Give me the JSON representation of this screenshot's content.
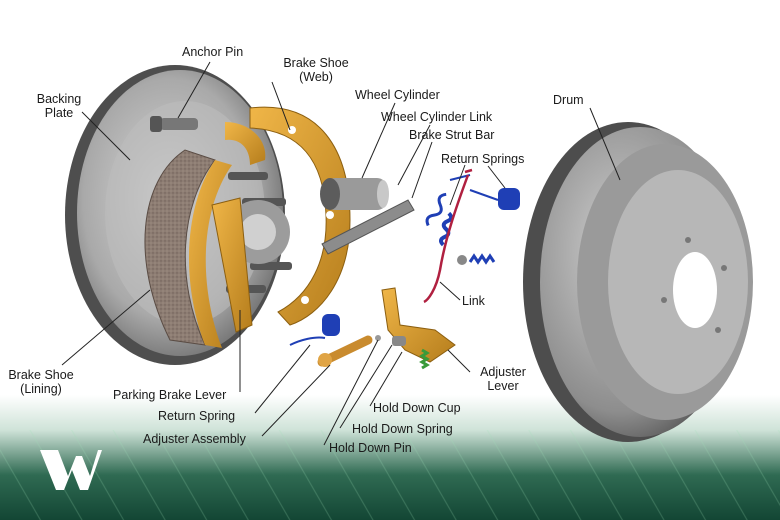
{
  "labels": {
    "anchor_pin": "Anchor Pin",
    "brake_shoe_web_line1": "Brake Shoe",
    "brake_shoe_web_line2": "(Web)",
    "wheel_cylinder": "Wheel Cylinder",
    "wheel_cylinder_link": "Wheel Cylinder Link",
    "brake_strut_bar": "Brake Strut Bar",
    "return_springs": "Return Springs",
    "drum": "Drum",
    "backing_plate_line1": "Backing",
    "backing_plate_line2": "Plate",
    "link": "Link",
    "adjuster_lever_line1": "Adjuster",
    "adjuster_lever_line2": "Lever",
    "brake_shoe_lining_line1": "Brake Shoe",
    "brake_shoe_lining_line2": "(Lining)",
    "parking_brake_lever": "Parking Brake Lever",
    "return_spring": "Return Spring",
    "adjuster_assembly": "Adjuster Assembly",
    "hold_down_cup": "Hold Down Cup",
    "hold_down_spring": "Hold Down Spring",
    "hold_down_pin": "Hold Down Pin"
  },
  "colors": {
    "shoe_web": "#d69a2b",
    "lining": "#8a7a70",
    "spring_blue": "#1f3fb5",
    "spring_red": "#b02040",
    "spring_green": "#3a9a3a",
    "metal": "#8c8c8c",
    "footer_green": "#134634"
  },
  "logo": {
    "icon": "w-logo-icon"
  }
}
